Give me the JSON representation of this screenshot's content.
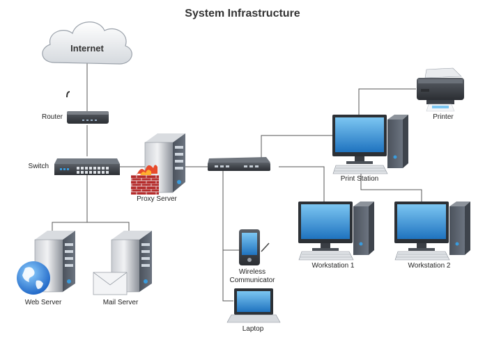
{
  "title": "System Infrastructure",
  "nodes": {
    "internet": {
      "label": "Internet",
      "icon": "cloud-icon"
    },
    "router": {
      "label": "Router",
      "icon": "router-icon"
    },
    "switch": {
      "label": "Switch",
      "icon": "switch-icon"
    },
    "proxy": {
      "label": "Proxy Server",
      "icon": "server-firewall-icon"
    },
    "hub": {
      "label": "",
      "icon": "hub-icon"
    },
    "print_station": {
      "label": "Print Station",
      "icon": "workstation-icon"
    },
    "printer": {
      "label": "Printer",
      "icon": "printer-icon"
    },
    "workstation1": {
      "label": "Workstation 1",
      "icon": "workstation-icon"
    },
    "workstation2": {
      "label": "Workstation 2",
      "icon": "workstation-icon"
    },
    "wireless": {
      "label_line1": "Wireless",
      "label_line2": "Communicator",
      "icon": "pda-icon"
    },
    "laptop": {
      "label": "Laptop",
      "icon": "laptop-icon"
    },
    "web_server": {
      "label": "Web Server",
      "icon": "server-globe-icon"
    },
    "mail_server": {
      "label": "Mail Server",
      "icon": "server-mail-icon"
    }
  },
  "colors": {
    "server_body": "#5b6573",
    "screen_blue": "#2f8fd6",
    "firewall_red": "#b52b2b",
    "connector_line": "#555555"
  }
}
